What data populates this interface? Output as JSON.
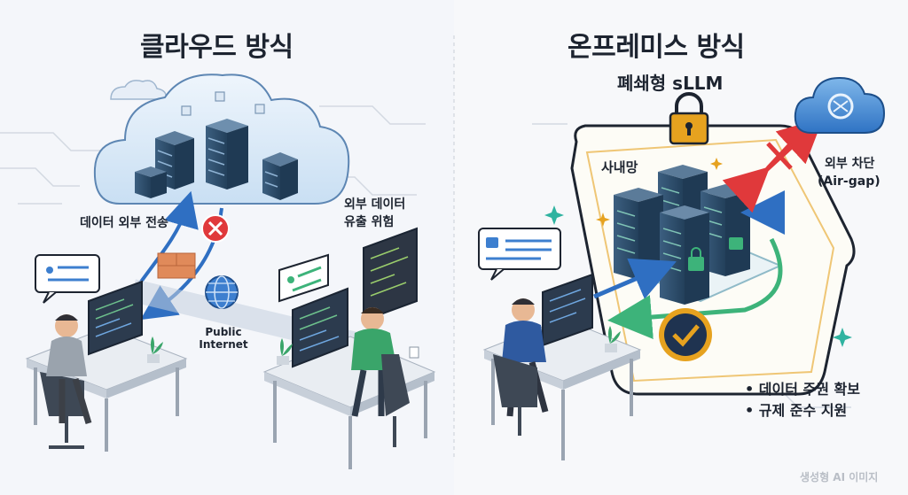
{
  "left": {
    "title": "클라우드 방식",
    "label_send": "데이터 외부 전송",
    "label_leak_1": "외부 데이터",
    "label_leak_2": "유출 위험",
    "label_public_1": "Public",
    "label_public_2": "Internet"
  },
  "right": {
    "title": "온프레미스 방식",
    "subtitle": "폐쇄형 sLLM",
    "label_intranet": "사내망",
    "label_block_1": "외부 차단",
    "label_block_2": "(Air-gap)",
    "bullets": [
      "데이터 주권 확보",
      "규제 준수 지원"
    ]
  },
  "watermark": "생성형 AI 이미지",
  "colors": {
    "title_text": "#1d2430",
    "arrow_blue": "#2f6fc2",
    "block_red": "#e0393b",
    "shield_gold": "#e6a21f",
    "screen_green": "#3db37a",
    "server_navy": "#2b4a66"
  }
}
